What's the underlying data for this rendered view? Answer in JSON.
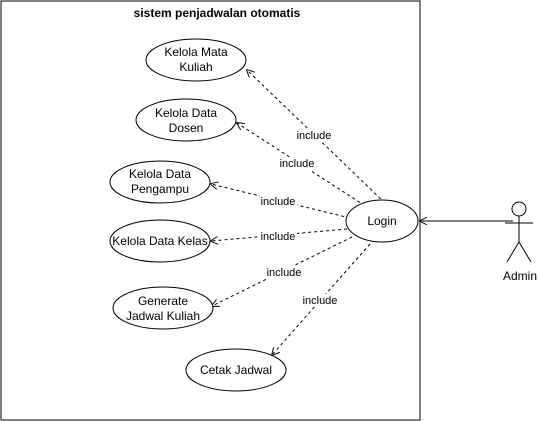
{
  "system": {
    "title": "sistem penjadwalan otomatis"
  },
  "actor": {
    "name": "Admin"
  },
  "use_cases": {
    "login": "Login",
    "kelola_mata_kuliah": [
      "Kelola Mata",
      "Kuliah"
    ],
    "kelola_data_dosen": [
      "Kelola Data",
      "Dosen"
    ],
    "kelola_data_pengampu": [
      "Kelola Data",
      "Pengampu"
    ],
    "kelola_data_kelas": "Kelola Data Kelas",
    "generate_jadwal": [
      "Generate",
      "Jadwal Kuliah"
    ],
    "cetak_jadwal": "Cetak Jadwal"
  },
  "relations": {
    "include_label": "include"
  }
}
